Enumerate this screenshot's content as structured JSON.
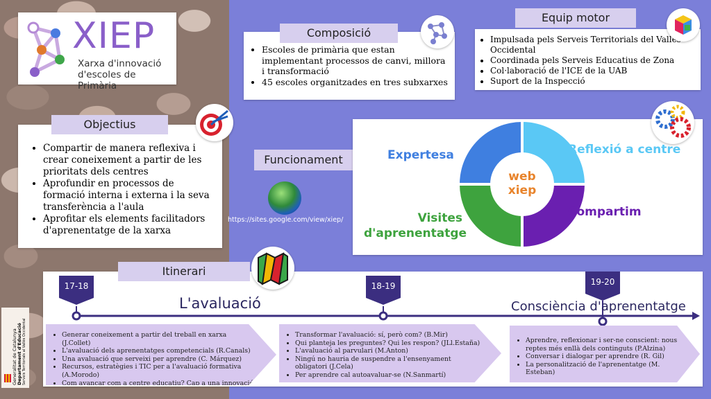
{
  "logo": {
    "title": "XIEP",
    "subtitle_line1": "Xarxa d'innovació",
    "subtitle_line2": "d'escoles de Primària"
  },
  "composicio": {
    "label": "Composició",
    "items": [
      "Escoles de primària que estan implementant processos de canvi, millora i transformació",
      "45 escoles organitzades en tres subxarxes"
    ]
  },
  "equip": {
    "label": "Equip motor",
    "items": [
      "Impulsada pels Serveis Territorials del Vallès Occidental",
      "Coordinada pels Serveis Educatius de Zona",
      "Col·laboració de l'ICE de la UAB",
      "Suport de la Inspecció"
    ]
  },
  "objectius": {
    "label": "Objectius",
    "items": [
      "Compartir de manera reflexiva i crear coneixement a partir de les prioritats dels centres",
      "Aprofundir en processos de formació interna i externa i la seva transferència a l'aula",
      "Aprofitar els elements facilitadors d'aprenentatge de la xarxa"
    ]
  },
  "funcionament": {
    "label": "Funcionament",
    "url": "https://sites.google.com/view/xiep/",
    "center_line1": "web",
    "center_line2": "xiep",
    "q1": "Expertesa",
    "q2": "Reflexió a centre",
    "q3_line1": "Visites",
    "q3_line2": "d'aprenentatge",
    "q4": "Compartim",
    "colors": {
      "blue": "#3f7fe0",
      "cyan": "#5ac8f5",
      "green": "#3ea33e",
      "purple": "#6a1fb0",
      "orange": "#e8842c"
    }
  },
  "itinerari": {
    "label": "Itinerari",
    "years": [
      "17-18",
      "18-19",
      "19-20"
    ],
    "titles": [
      "L'avaluació",
      "Consciència d'aprenentatge"
    ],
    "col1": [
      "Generar coneixement a partir del treball en xarxa (J.Collet)",
      "L'avaluació dels aprenentatges competencials (R.Canals)",
      "Una avaluació que serveixi per aprendre (C. Márquez)",
      "Recursos, estratègies i TIC per a l'avaluació formativa (A.Morodo)",
      "Com avançar com a centre educatiu? Cap a una innovació realista i significativa (Olga Esteve)"
    ],
    "col2": [
      "Transformar l'avaluació: sí, però com? (B.Mir)",
      "Qui planteja les preguntes? Qui les respon? (JLl.Estaña)",
      "L'avaluació al parvulari (M.Anton)",
      "Ningú no hauria de suspendre a l'ensenyament obligatori (J.Cela)",
      "Per aprendre cal autoavaluar-se (N.Sanmartí)"
    ],
    "col3": [
      "Aprendre, reflexionar i ser-ne conscient: nous reptes més enllà dels continguts (P.Alzina)",
      "Conversar i dialogar per aprendre (R. Gil)",
      "La personalització de l'aprenentatge (M. Esteban)"
    ]
  },
  "generalitat": {
    "line1": "Generalitat de Catalunya",
    "line2": "Departament d'Educació",
    "line3": "Serveis Territorials al Vallès Occidental"
  }
}
